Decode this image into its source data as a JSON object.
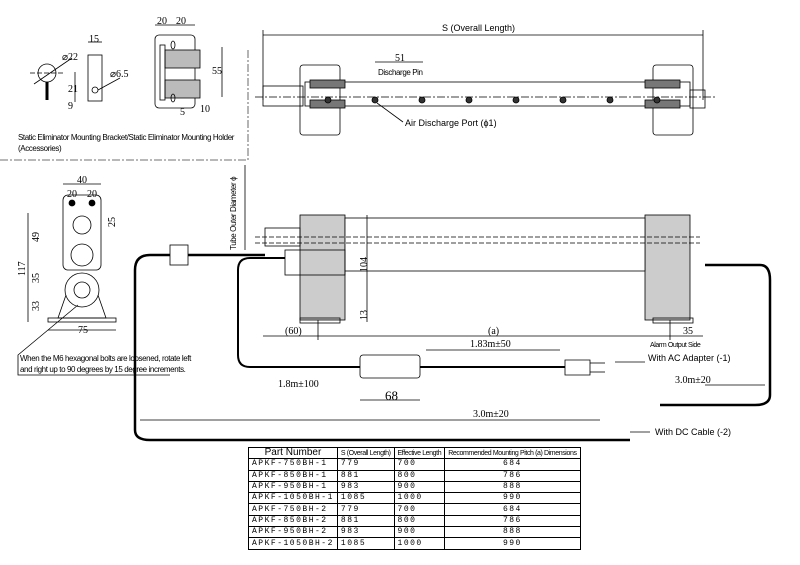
{
  "accessories": {
    "caption_line1": "Static Eliminator Mounting Bracket/Static Eliminator Mounting Holder",
    "caption_line2": "(Accessories)",
    "ring_diameter": "⌀22",
    "bracket_width": "15",
    "hole_diameter": "⌀6.5",
    "dim_21": "21",
    "dim_9": "9",
    "holder_left": "20",
    "holder_right": "20",
    "holder_height": "55",
    "dim_5": "5",
    "dim_10": "10"
  },
  "top_view": {
    "overall_length": "S (Overall Length)",
    "pitch": "51",
    "discharge_pin": "Discharge Pin",
    "air_port": "Air Discharge Port (ϕ1)"
  },
  "side_view": {
    "tube_diameter": "Tube Outer Diameter ϕ",
    "height_104": "104",
    "dim_13": "13",
    "dim_60": "(60)",
    "dim_a": "(a)",
    "dim_35": "35"
  },
  "end_view": {
    "width_40": "40",
    "half_left": "20",
    "half_right": "20",
    "height_117": "117",
    "dim_49": "49",
    "dim_35": "35",
    "dim_33": "33",
    "dim_25": "25",
    "base_75": "75",
    "note_line1": "When the M6 hexagonal bolts are loosened, rotate left",
    "note_line2": "and right up to 90 degrees by 15 degree increments."
  },
  "cables": {
    "ac_cord_length": "1.83m±50",
    "adapter_cable_length": "1.8m±100",
    "adapter_width": "68",
    "alarm_output_side": "Alarm Output Side",
    "ac_adapter_label": "With AC Adapter (-1)",
    "ac_cable_length": "3.0m±20",
    "dc_cable_length": "3.0m±20",
    "dc_cable_label": "With DC Cable (-2)"
  },
  "table": {
    "headers": [
      "Part Number",
      "S (Overall Length)",
      "Effective Length",
      "Recommended Mounting Pitch (a) Dimensions"
    ],
    "rows": [
      [
        "APKF-750BH-1",
        "779",
        "700",
        "684"
      ],
      [
        "APKF-850BH-1",
        "881",
        "800",
        "786"
      ],
      [
        "APKF-950BH-1",
        "983",
        "900",
        "888"
      ],
      [
        "APKF-1050BH-1",
        "1085",
        "1000",
        "990"
      ],
      [
        "APKF-750BH-2",
        "779",
        "700",
        "684"
      ],
      [
        "APKF-850BH-2",
        "881",
        "800",
        "786"
      ],
      [
        "APKF-950BH-2",
        "983",
        "900",
        "888"
      ],
      [
        "APKF-1050BH-2",
        "1085",
        "1000",
        "990"
      ]
    ]
  }
}
